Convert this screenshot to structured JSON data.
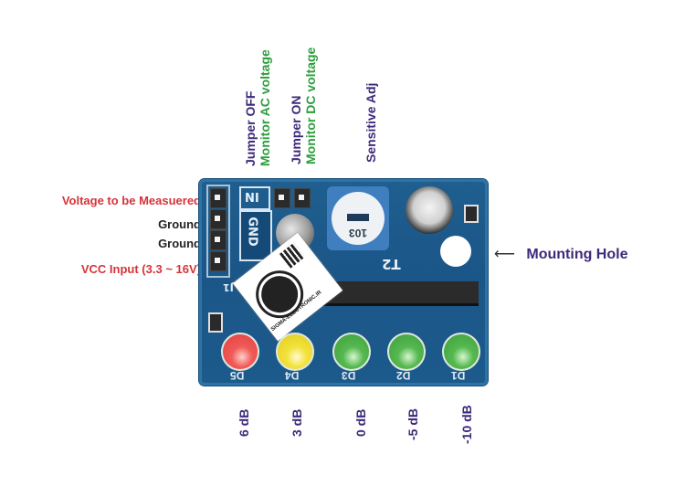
{
  "title": "KA2284 Audio Level Indicator Module - Pinout",
  "colors": {
    "label_red": "#d6333a",
    "label_black": "#222222",
    "label_purple": "#3d2a7a",
    "label_green": "#2e9e3e",
    "board_blue": "#1c5a8c",
    "led_red": "#f05a57",
    "led_yellow": "#f2e23a",
    "led_green": "#55b84f"
  },
  "top_labels": [
    {
      "line1": "Jumper OFF",
      "line2": "Monitor AC voltage"
    },
    {
      "line1": "Jumper ON",
      "line2": "Monitor DC voltage"
    },
    {
      "line1": "Sensitive Adj",
      "line2": ""
    }
  ],
  "left_labels": [
    {
      "text": "Voltage to be Measuered",
      "color": "red"
    },
    {
      "text": "Ground",
      "color": "black"
    },
    {
      "text": "Ground",
      "color": "black"
    },
    {
      "text": "VCC Input (3.3 ~ 16V)",
      "color": "red"
    }
  ],
  "right_label": {
    "arrow": "⟵",
    "text": "Mounting Hole"
  },
  "board": {
    "silkscreen": {
      "in": "IN",
      "gnd": "GND",
      "j1": "J1",
      "t2": "T2",
      "pot": "103"
    },
    "leds": [
      {
        "id": "D5",
        "color": "red",
        "level": "6 dB"
      },
      {
        "id": "D4",
        "color": "yellow",
        "level": "3 dB"
      },
      {
        "id": "D3",
        "color": "green",
        "level": "0 dB"
      },
      {
        "id": "D2",
        "color": "green",
        "level": "-5 dB"
      },
      {
        "id": "D1",
        "color": "green",
        "level": "-10 dB"
      }
    ],
    "sticker_text": "SIGMA-ELECTRONIC.IR"
  }
}
